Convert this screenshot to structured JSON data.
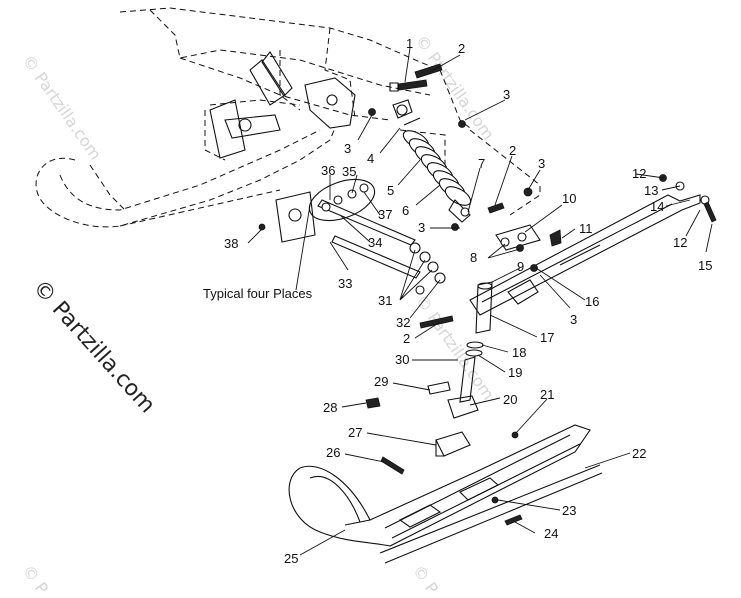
{
  "callouts": {
    "c1": "1",
    "c2a": "2",
    "c3a": "3",
    "c3b": "3",
    "c4": "4",
    "c2b": "2",
    "c3c": "3",
    "c5": "5",
    "c6": "6",
    "c7": "7",
    "c10": "10",
    "c11": "11",
    "c12a": "12",
    "c13": "13",
    "c14": "14",
    "c12b": "12",
    "c15": "15",
    "c36": "36",
    "c35": "35",
    "c37": "37",
    "c3d": "3",
    "c34": "34",
    "c38": "38",
    "c8": "8",
    "c9": "9",
    "c16": "16",
    "c33": "33",
    "c31": "31",
    "c32": "32",
    "c3e": "3",
    "c2c": "2",
    "c17": "17",
    "c18": "18",
    "c30": "30",
    "c19": "19",
    "c29": "29",
    "c20": "20",
    "c28": "28",
    "c21": "21",
    "c27": "27",
    "c26": "26",
    "c22": "22",
    "c23": "23",
    "c24": "24",
    "c25": "25"
  },
  "caption": "Typical four Places",
  "watermarks": {
    "side": "© Partzilla.com",
    "tile": "© Partzilla.com",
    "corner": "© P"
  }
}
